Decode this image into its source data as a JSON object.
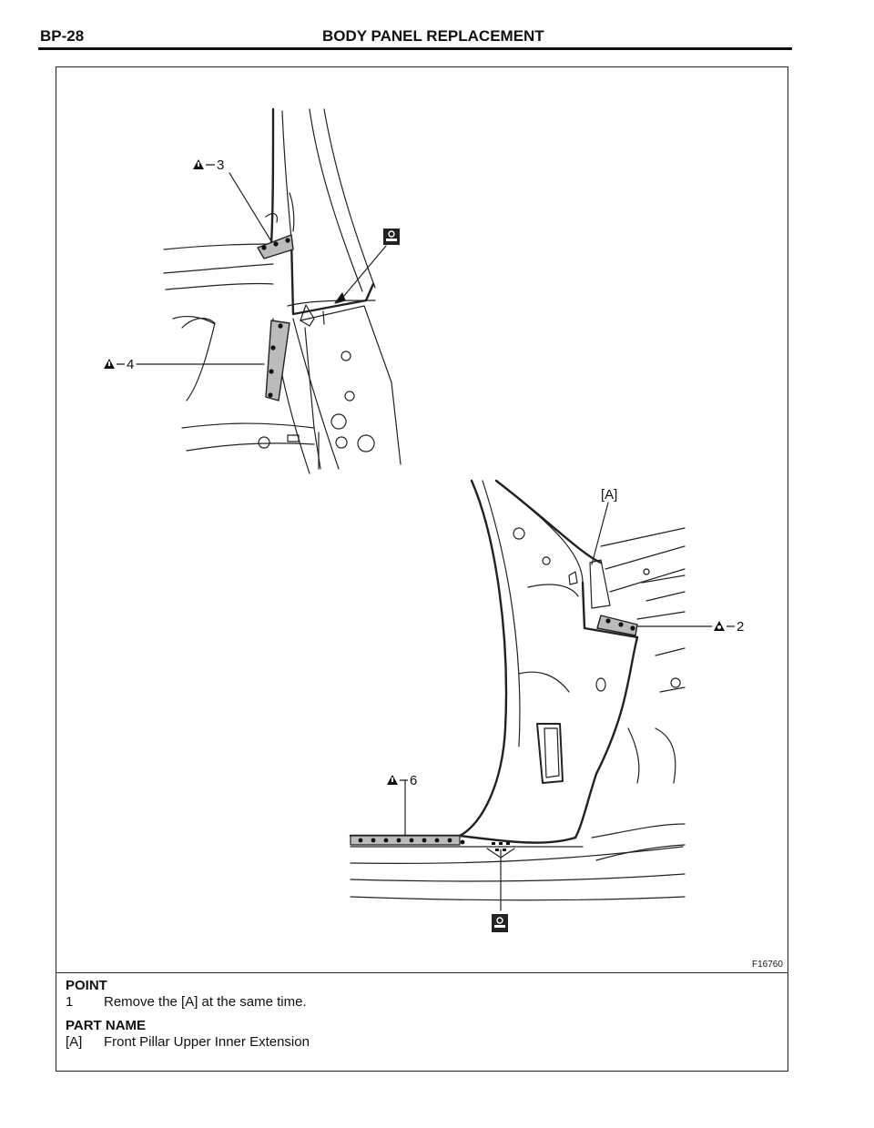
{
  "header": {
    "page_code": "BP-28",
    "title": "BODY PANEL REPLACEMENT"
  },
  "figure": {
    "code": "F16760",
    "upper": {
      "callout_3": "3",
      "callout_4": "4"
    },
    "lower": {
      "bracket_A": "[A]",
      "callout_2": "2",
      "callout_6": "6"
    }
  },
  "notes": {
    "point_heading": "POINT",
    "point_items": [
      {
        "num": "1",
        "text": "Remove the [A] at the same time."
      }
    ],
    "part_heading": "PART NAME",
    "part_items": [
      {
        "code": "[A]",
        "text": "Front Pillar Upper Inner Extension"
      }
    ]
  }
}
